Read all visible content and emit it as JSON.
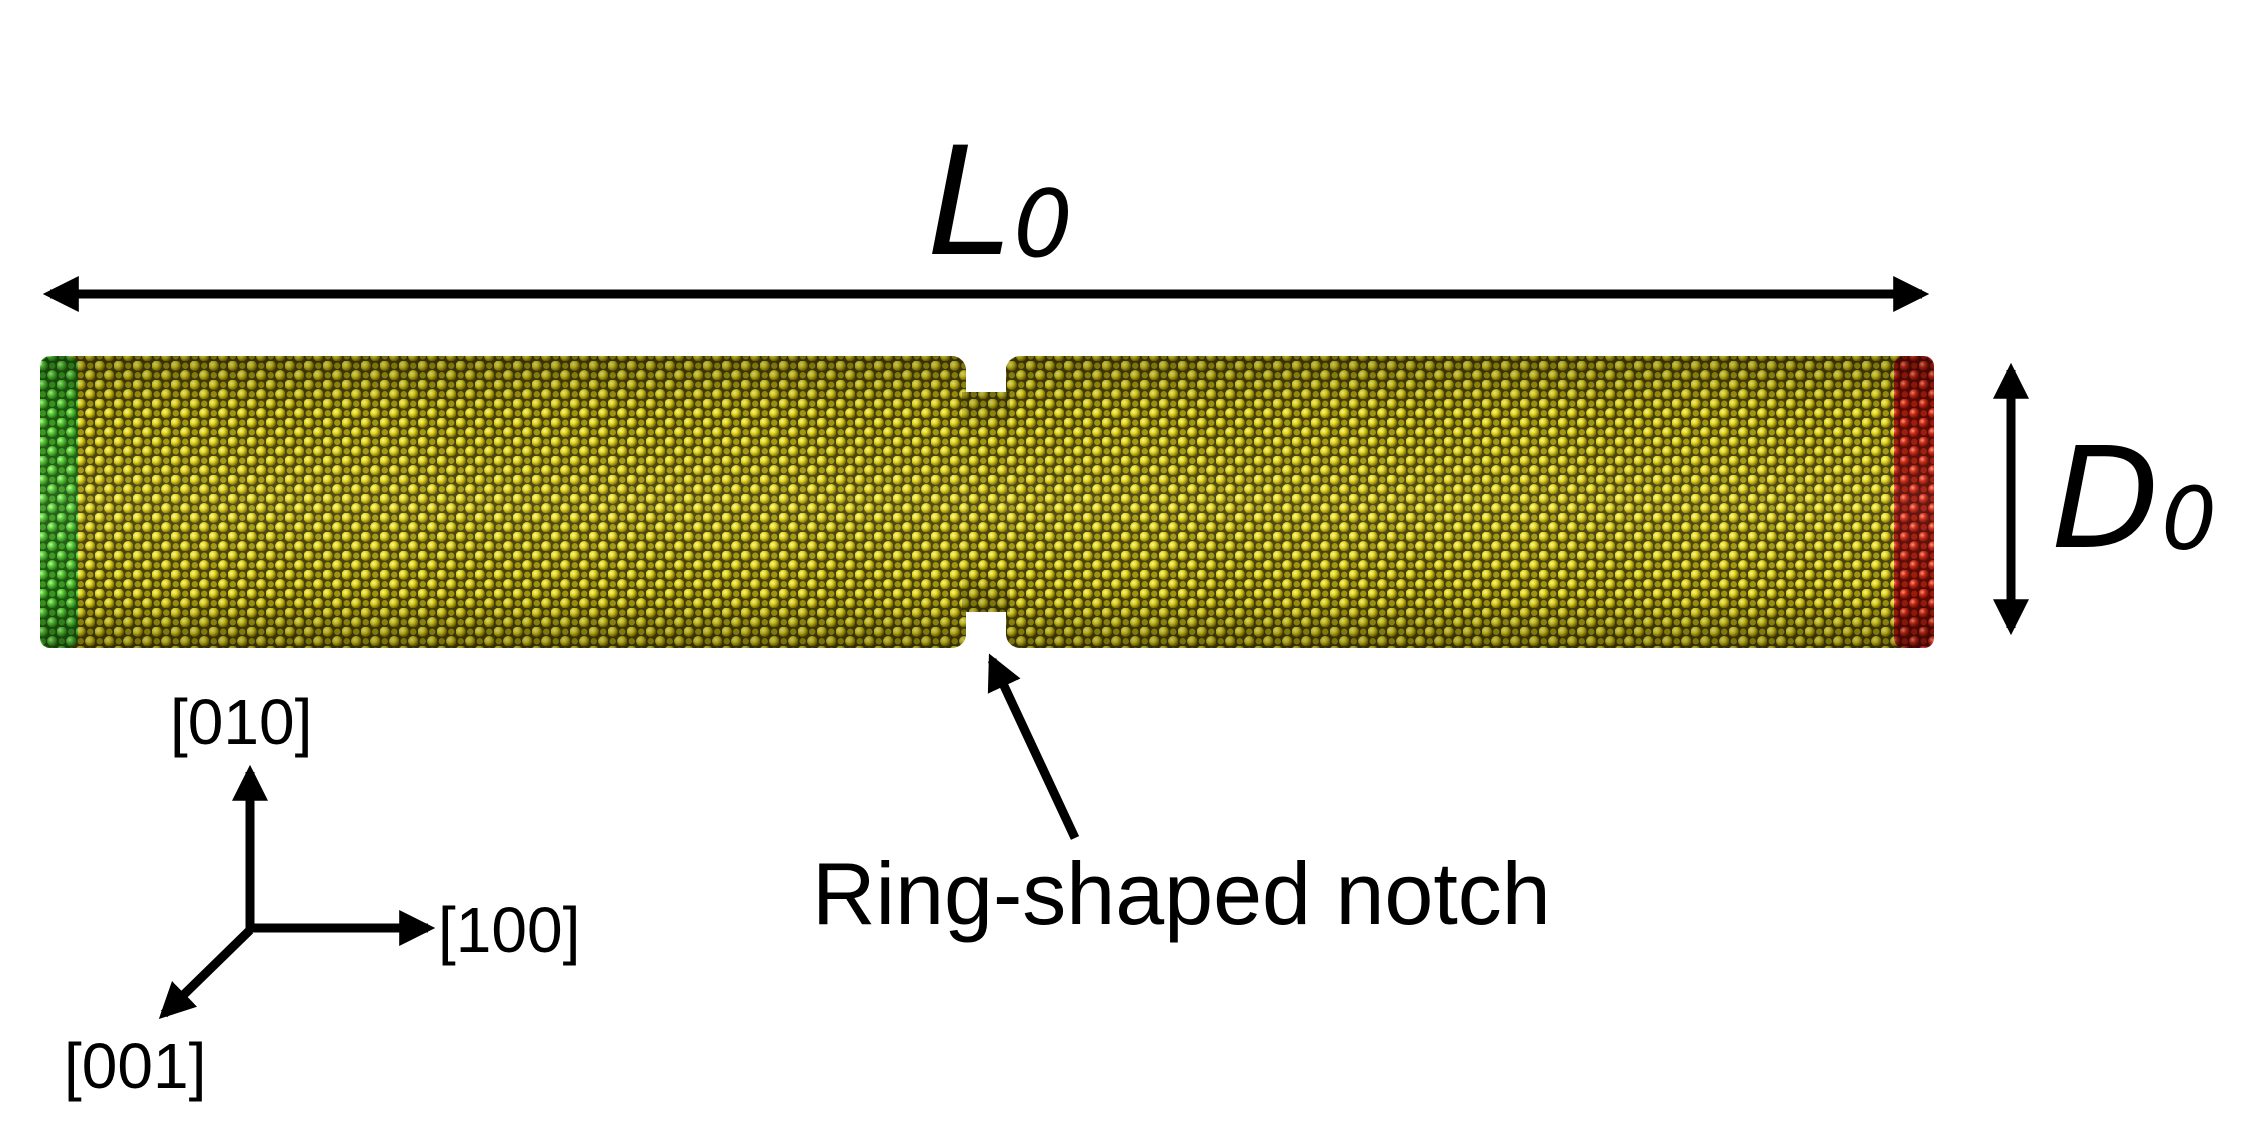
{
  "labels": {
    "length_main": "L",
    "length_sub": "0",
    "diameter_main": "D",
    "diameter_sub": "0",
    "notch": "Ring-shaped notch",
    "axis_y": "[010]",
    "axis_x": "[100]",
    "axis_z": "[001]"
  },
  "colors": {
    "atom_bulk": "#e6dc1e",
    "atom_left_end": "#5fd23c",
    "atom_right_end": "#d22a14",
    "arrow": "#000000"
  }
}
